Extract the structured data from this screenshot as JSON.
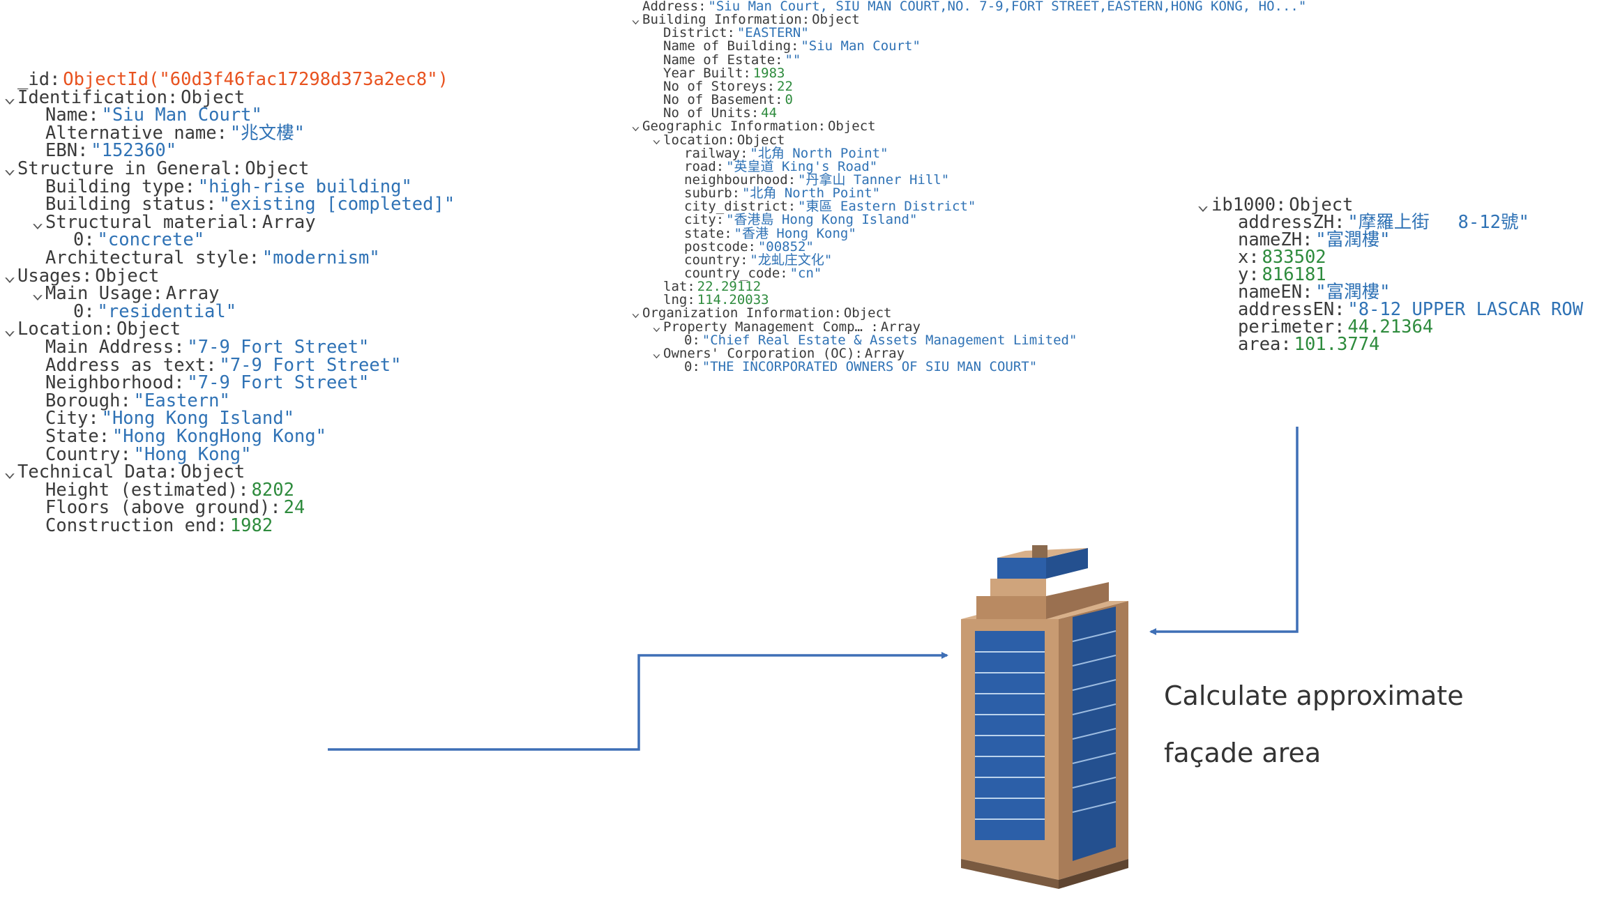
{
  "left_tree": [
    {
      "d": 0,
      "chev": false,
      "key": "_id",
      "val": "ObjectId(\"60d3f46fac17298d373a2ec8\")",
      "vt": "oid"
    },
    {
      "d": 0,
      "chev": true,
      "key": "Identification",
      "val": "Object",
      "vt": "typ"
    },
    {
      "d": 1,
      "chev": false,
      "key": "Name",
      "val": "\"Siu Man Court\"",
      "vt": "str"
    },
    {
      "d": 1,
      "chev": false,
      "key": "Alternative name",
      "val": "\"兆文樓\"",
      "vt": "str"
    },
    {
      "d": 1,
      "chev": false,
      "key": "EBN",
      "val": "\"152360\"",
      "vt": "str"
    },
    {
      "d": 0,
      "chev": true,
      "key": "Structure in General",
      "val": "Object",
      "vt": "typ"
    },
    {
      "d": 1,
      "chev": false,
      "key": "Building type",
      "val": "\"high-rise building\"",
      "vt": "str"
    },
    {
      "d": 1,
      "chev": false,
      "key": "Building status",
      "val": "\"existing [completed]\"",
      "vt": "str"
    },
    {
      "d": 1,
      "chev": true,
      "key": "Structural material",
      "val": "Array",
      "vt": "typ"
    },
    {
      "d": 2,
      "chev": false,
      "key": "0",
      "val": "\"concrete\"",
      "vt": "str"
    },
    {
      "d": 1,
      "chev": false,
      "key": "Architectural style",
      "val": "\"modernism\"",
      "vt": "str"
    },
    {
      "d": 0,
      "chev": true,
      "key": "Usages",
      "val": "Object",
      "vt": "typ"
    },
    {
      "d": 1,
      "chev": true,
      "key": "Main Usage",
      "val": "Array",
      "vt": "typ"
    },
    {
      "d": 2,
      "chev": false,
      "key": "0",
      "val": "\"residential\"",
      "vt": "str"
    },
    {
      "d": 0,
      "chev": true,
      "key": "Location",
      "val": "Object",
      "vt": "typ"
    },
    {
      "d": 1,
      "chev": false,
      "key": "Main Address",
      "val": "\"7-9 Fort Street\"",
      "vt": "str"
    },
    {
      "d": 1,
      "chev": false,
      "key": "Address as text",
      "val": "\"7-9 Fort Street\"",
      "vt": "str"
    },
    {
      "d": 1,
      "chev": false,
      "key": "Neighborhood",
      "val": "\"7-9 Fort Street\"",
      "vt": "str"
    },
    {
      "d": 1,
      "chev": false,
      "key": "Borough",
      "val": "\"Eastern\"",
      "vt": "str"
    },
    {
      "d": 1,
      "chev": false,
      "key": "City",
      "val": "\"Hong Kong Island\"",
      "vt": "str"
    },
    {
      "d": 1,
      "chev": false,
      "key": "State",
      "val": "\"Hong KongHong Kong\"",
      "vt": "str"
    },
    {
      "d": 1,
      "chev": false,
      "key": "Country",
      "val": "\"Hong Kong\"",
      "vt": "str"
    },
    {
      "d": 0,
      "chev": true,
      "key": "Technical Data",
      "val": "Object",
      "vt": "typ"
    },
    {
      "d": 1,
      "chev": false,
      "key": "Height (estimated)",
      "val": "8202",
      "vt": "num"
    },
    {
      "d": 1,
      "chev": false,
      "key": "Floors (above ground)",
      "val": "24",
      "vt": "num"
    },
    {
      "d": 1,
      "chev": false,
      "key": "Construction end",
      "val": "1982",
      "vt": "num"
    }
  ],
  "mid_tree": [
    {
      "d": 0,
      "chev": false,
      "key": "Address",
      "val": "\"Siu Man Court, SIU MAN COURT,NO. 7-9,FORT STREET,EASTERN,HONG KONG, HO...\"",
      "vt": "str"
    },
    {
      "d": 0,
      "chev": true,
      "key": "Building Information",
      "val": "Object",
      "vt": "typ"
    },
    {
      "d": 1,
      "chev": false,
      "key": "District",
      "val": "\"EASTERN\"",
      "vt": "str"
    },
    {
      "d": 1,
      "chev": false,
      "key": "Name of Building",
      "val": "\"Siu Man Court\"",
      "vt": "str"
    },
    {
      "d": 1,
      "chev": false,
      "key": "Name of Estate",
      "val": "\"\"",
      "vt": "str"
    },
    {
      "d": 1,
      "chev": false,
      "key": "Year Built",
      "val": "1983",
      "vt": "num"
    },
    {
      "d": 1,
      "chev": false,
      "key": "No of Storeys",
      "val": "22",
      "vt": "num"
    },
    {
      "d": 1,
      "chev": false,
      "key": "No of Basement",
      "val": "0",
      "vt": "num"
    },
    {
      "d": 1,
      "chev": false,
      "key": "No of Units",
      "val": "44",
      "vt": "num"
    },
    {
      "d": 0,
      "chev": true,
      "key": "Geographic Information",
      "val": "Object",
      "vt": "typ"
    },
    {
      "d": 1,
      "chev": true,
      "key": "location",
      "val": "Object",
      "vt": "typ"
    },
    {
      "d": 2,
      "chev": false,
      "key": "railway",
      "val": "\"北角 North Point\"",
      "vt": "str"
    },
    {
      "d": 2,
      "chev": false,
      "key": "road",
      "val": "\"英皇道 King's Road\"",
      "vt": "str"
    },
    {
      "d": 2,
      "chev": false,
      "key": "neighbourhood",
      "val": "\"丹拿山 Tanner Hill\"",
      "vt": "str"
    },
    {
      "d": 2,
      "chev": false,
      "key": "suburb",
      "val": "\"北角 North Point\"",
      "vt": "str"
    },
    {
      "d": 2,
      "chev": false,
      "key": "city_district",
      "val": "\"東區 Eastern District\"",
      "vt": "str"
    },
    {
      "d": 2,
      "chev": false,
      "key": "city",
      "val": "\"香港島 Hong Kong Island\"",
      "vt": "str"
    },
    {
      "d": 2,
      "chev": false,
      "key": "state",
      "val": "\"香港 Hong Kong\"",
      "vt": "str"
    },
    {
      "d": 2,
      "chev": false,
      "key": "postcode",
      "val": "\"00852\"",
      "vt": "str"
    },
    {
      "d": 2,
      "chev": false,
      "key": "country",
      "val": "\"龙虬庄文化\"",
      "vt": "str"
    },
    {
      "d": 2,
      "chev": false,
      "key": "country_code",
      "val": "\"cn\"",
      "vt": "str"
    },
    {
      "d": 1,
      "chev": false,
      "key": "lat",
      "val": "22.29112",
      "vt": "num"
    },
    {
      "d": 1,
      "chev": false,
      "key": "lng",
      "val": "114.20033",
      "vt": "num"
    },
    {
      "d": 0,
      "chev": true,
      "key": "Organization Information",
      "val": "Object",
      "vt": "typ"
    },
    {
      "d": 1,
      "chev": true,
      "key": "Property Management Comp… ",
      "val": "Array",
      "vt": "typ"
    },
    {
      "d": 2,
      "chev": false,
      "key": "0",
      "val": "\"Chief Real Estate & Assets Management Limited\"",
      "vt": "str"
    },
    {
      "d": 1,
      "chev": true,
      "key": "Owners' Corporation (OC)",
      "val": "Array",
      "vt": "typ"
    },
    {
      "d": 2,
      "chev": false,
      "key": "0",
      "val": "\"THE INCORPORATED OWNERS OF SIU MAN COURT\"",
      "vt": "str"
    }
  ],
  "right_tree": [
    {
      "d": 0,
      "chev": true,
      "key": "ib1000",
      "val": "Object",
      "vt": "typ"
    },
    {
      "d": 1,
      "chev": false,
      "key": "addressZH",
      "val": "\"摩羅上街　 8-12號\"",
      "vt": "str"
    },
    {
      "d": 1,
      "chev": false,
      "key": "nameZH",
      "val": "\"富潤樓\"",
      "vt": "str"
    },
    {
      "d": 1,
      "chev": false,
      "key": "x",
      "val": "833502",
      "vt": "num"
    },
    {
      "d": 1,
      "chev": false,
      "key": "y",
      "val": "816181",
      "vt": "num"
    },
    {
      "d": 1,
      "chev": false,
      "key": "nameEN",
      "val": "\"富潤樓\"",
      "vt": "str"
    },
    {
      "d": 1,
      "chev": false,
      "key": "addressEN",
      "val": "\"8-12 UPPER LASCAR ROW  \"",
      "vt": "str"
    },
    {
      "d": 1,
      "chev": false,
      "key": "perimeter",
      "val": "44.21364",
      "vt": "num"
    },
    {
      "d": 1,
      "chev": false,
      "key": "area",
      "val": "101.3774",
      "vt": "num"
    }
  ],
  "caption": {
    "line1": "Calculate approximate",
    "line2": "façade area"
  },
  "colors": {
    "string": "#2f72b5",
    "number": "#2e8b3d",
    "objectid": "#e8521f",
    "connector": "#3e6fb6"
  },
  "icons": {
    "expand": "chevron-down-icon",
    "building": "high-rise-building-icon"
  }
}
